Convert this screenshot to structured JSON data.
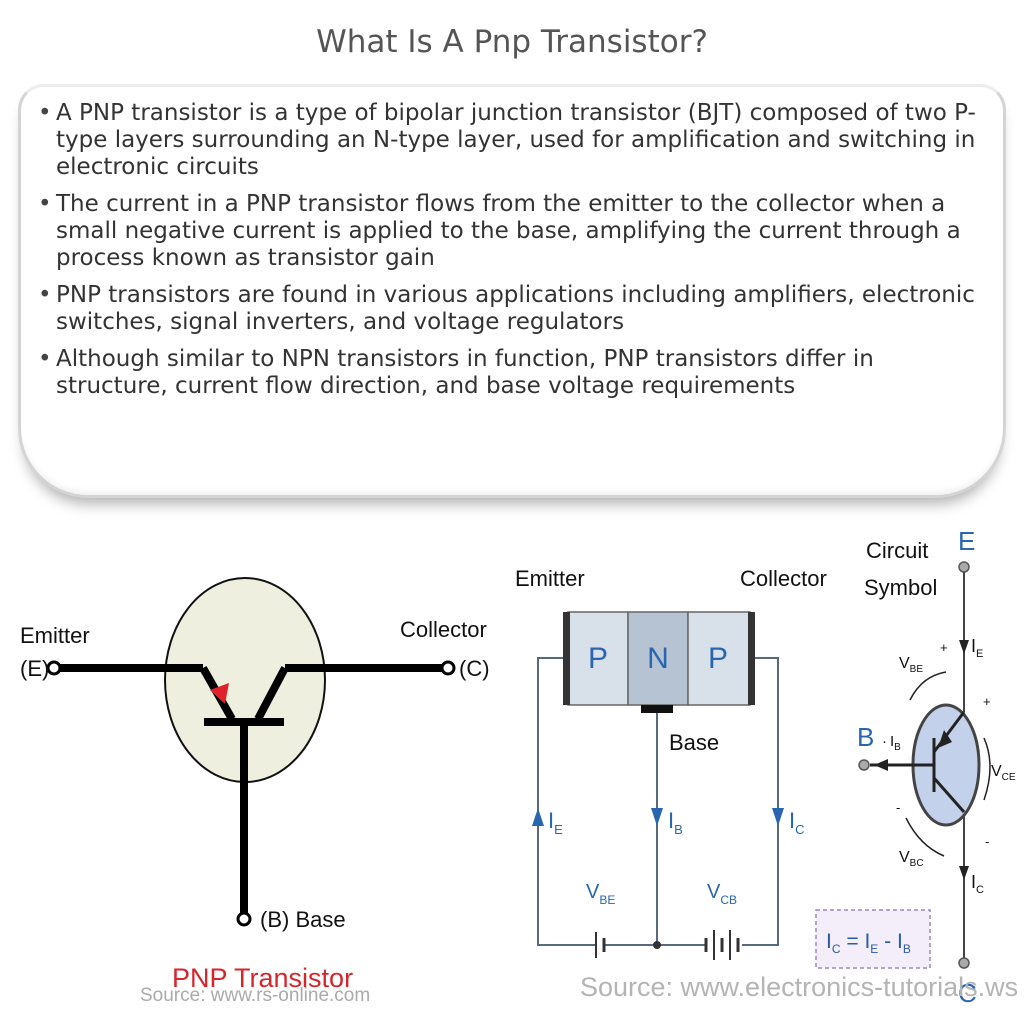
{
  "title": "What Is A Pnp Transistor?",
  "bullets": [
    "A PNP transistor is a type of bipolar junction transistor (BJT) composed of two P-type layers surrounding an N-type layer, used for amplification and switching in electronic circuits",
    "The current in a PNP transistor flows from the emitter to the collector when a small negative current is applied to the base, amplifying the current through a process known as transistor gain",
    "PNP transistors are found in various applications including amplifiers, electronic switches, signal inverters, and voltage regulators",
    "Although similar to NPN transistors in function, PNP transistors differ in structure, current flow direction, and base voltage requirements"
  ],
  "bullet_glyph": "•",
  "left_diagram": {
    "emitter": "Emitter",
    "emitter_tag": "(E)",
    "collector": "Collector",
    "collector_tag": "(C)",
    "base": "(B) Base",
    "caption": "PNP Transistor",
    "source": "Source: www.rs-online.com",
    "circle_color": "#efefdf",
    "arrow_color": "#e0222a",
    "caption_color": "#d6262b"
  },
  "mid_diagram": {
    "emitter": "Emitter",
    "collector": "Collector",
    "layers": [
      "P",
      "N",
      "P"
    ],
    "base": "Base",
    "ie": [
      "I",
      "E"
    ],
    "ib": [
      "I",
      "B"
    ],
    "ic": [
      "I",
      "C"
    ],
    "vbe": [
      "V",
      "BE"
    ],
    "vcb": [
      "V",
      "CB"
    ],
    "wire_color": "#5a6a7d",
    "label_color": "#2a66b0",
    "p_color": "#d8e0ea",
    "n_color": "#b6c3d2"
  },
  "right_diagram": {
    "heading_line1": "Circuit",
    "heading_line2": "Symbol",
    "e": "E",
    "b": "B",
    "c": "C",
    "ie": [
      "I",
      "E"
    ],
    "ib": [
      "I",
      "B"
    ],
    "ic": [
      "I",
      "C"
    ],
    "vbe": [
      "V",
      "BE"
    ],
    "vbc": [
      "V",
      "BC"
    ],
    "vce": [
      "V",
      "CE"
    ],
    "plus": "+",
    "minus": "-",
    "dot": "·",
    "circle_color": "#c3d2ea"
  },
  "formula": {
    "ic": [
      "I",
      "C"
    ],
    "eq": " = ",
    "ie": [
      "I",
      "E"
    ],
    "minus": " - ",
    "ib": [
      "I",
      "B"
    ],
    "box_color": "#f3eefa",
    "border_color": "#9a86c8"
  },
  "source_right": "Source: www.electronics-tutorials.ws"
}
